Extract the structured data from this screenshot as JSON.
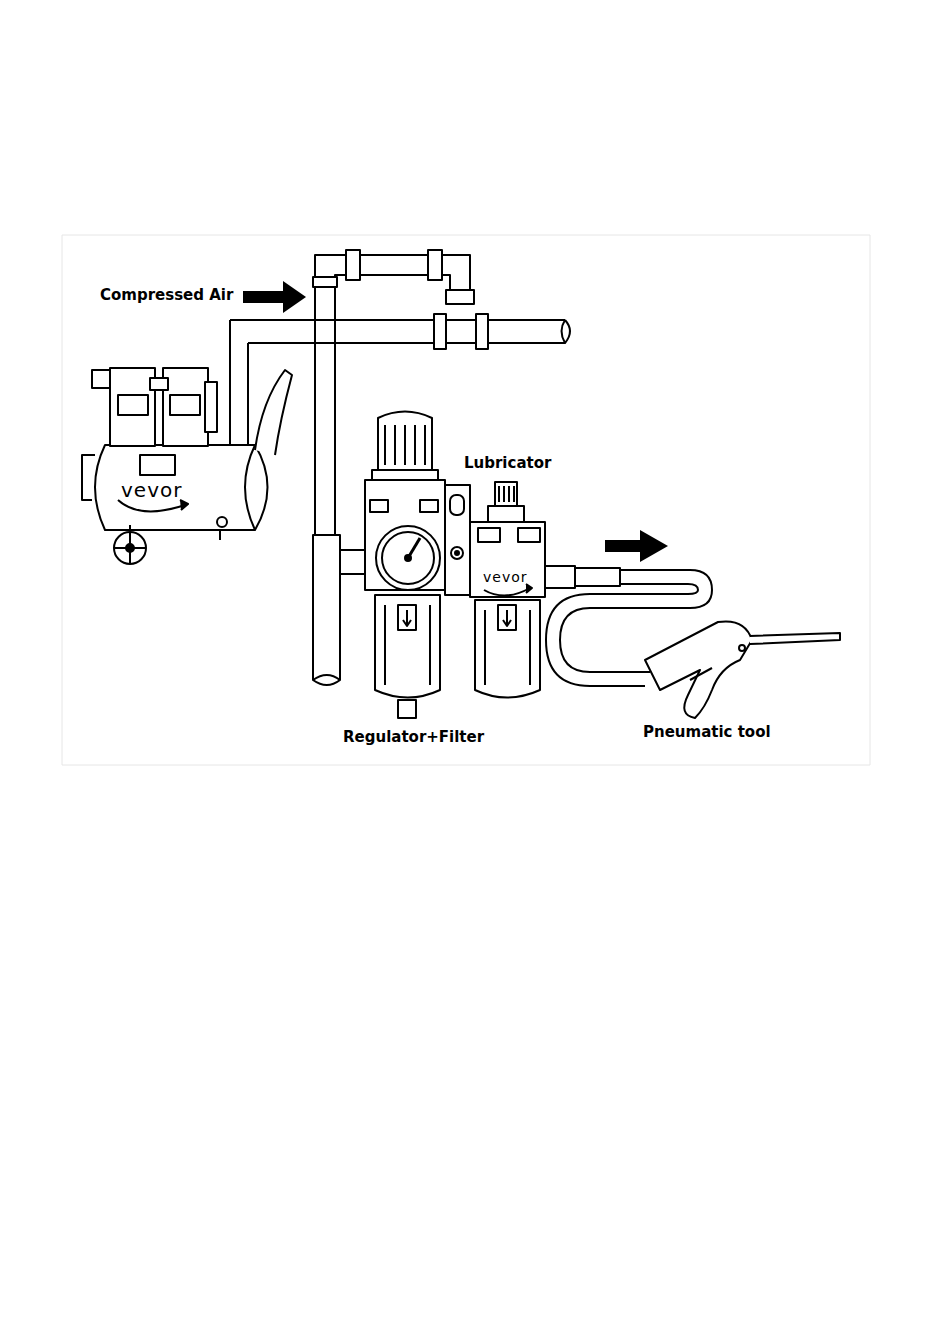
{
  "diagram": {
    "labels": [
      "Compressed Air",
      "Lubricator",
      "vevor",
      "vevor",
      "Regulator+Filter",
      "Pneumatic tool"
    ]
  }
}
